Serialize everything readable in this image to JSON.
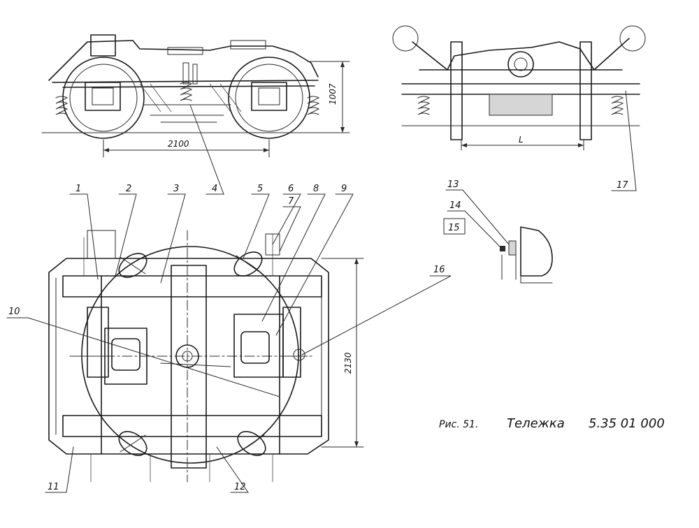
{
  "caption": {
    "fig": "Рис. 51.",
    "title": "Тележка",
    "code": "5.35 01 000"
  },
  "dimensions": {
    "wheelbase": "2100",
    "height": "1007",
    "gauge": "2130",
    "L": "L"
  },
  "callouts": [
    "1",
    "2",
    "3",
    "4",
    "5",
    "6",
    "7",
    "8",
    "9",
    "10",
    "11",
    "12",
    "13",
    "14",
    "15",
    "16",
    "17"
  ]
}
